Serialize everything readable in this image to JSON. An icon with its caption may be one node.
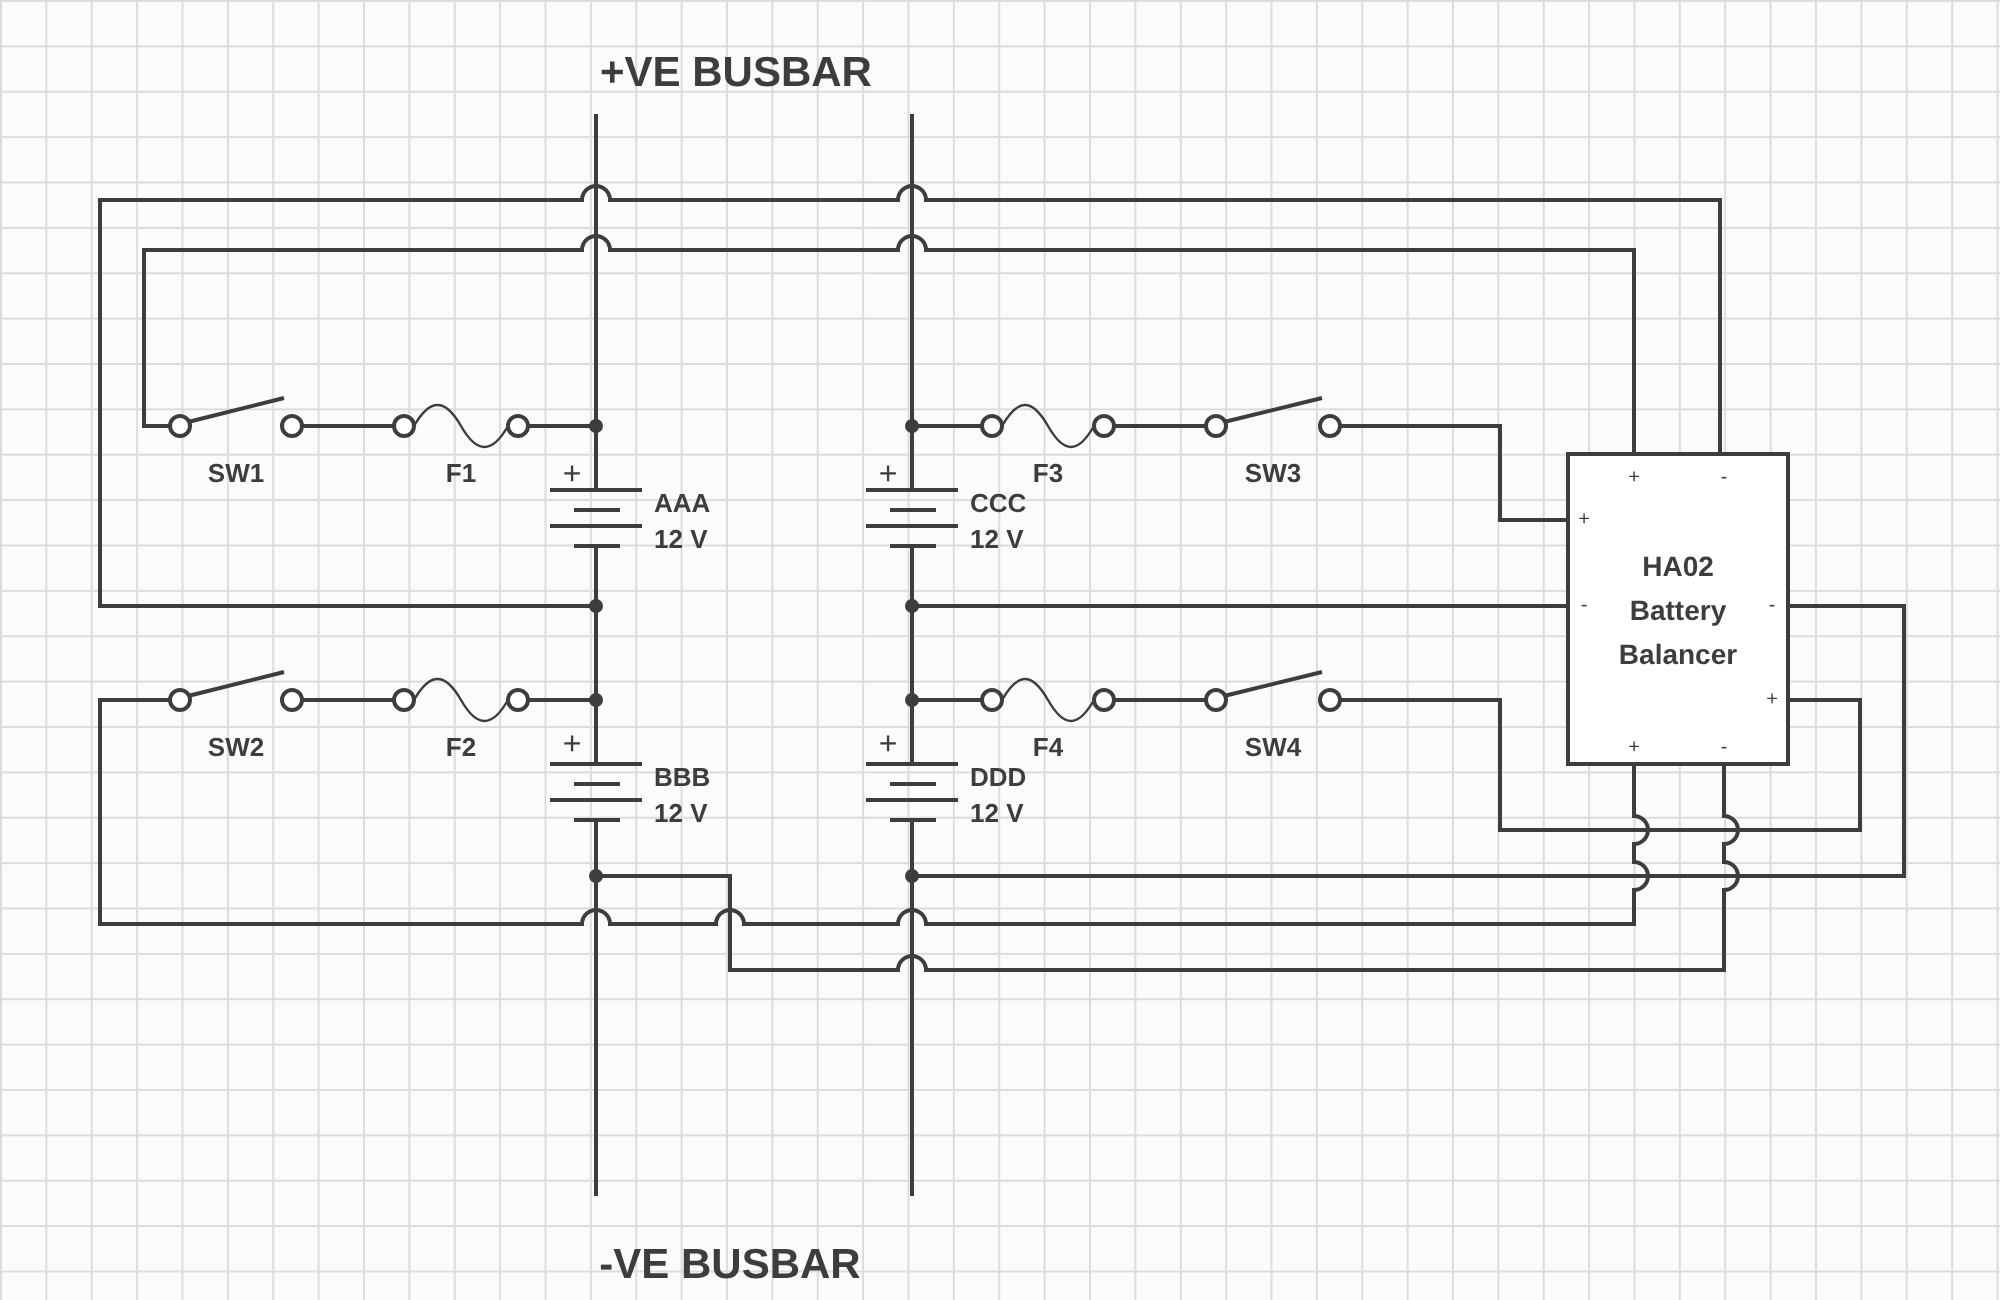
{
  "diagram": {
    "nodes": [
      {
        "text": [
          "SW1"
        ]
      },
      {
        "text": [
          "F1"
        ]
      },
      {
        "text": [
          "AAA",
          "12 V"
        ]
      },
      {
        "text": [
          "SW2"
        ]
      },
      {
        "text": [
          "F2"
        ]
      },
      {
        "text": [
          "BBB",
          "12 V"
        ]
      },
      {
        "text": [
          "F3"
        ]
      },
      {
        "text": [
          "SW3"
        ]
      },
      {
        "text": [
          "CCC",
          "12 V"
        ]
      },
      {
        "text": [
          "F4"
        ]
      },
      {
        "text": [
          "SW4"
        ]
      },
      {
        "text": [
          "DDD",
          "12 V"
        ]
      },
      {
        "text": [
          "HA02 Battery Balancer"
        ]
      }
    ],
    "edges": [
      {
        "from": 0,
        "to": 1,
        "arrow": "none"
      },
      {
        "from": 1,
        "to": 2,
        "arrow": "none"
      },
      {
        "from": 3,
        "to": 4,
        "arrow": "none"
      },
      {
        "from": 4,
        "to": 5,
        "arrow": "none"
      },
      {
        "from": 2,
        "to": 5,
        "arrow": "none"
      },
      {
        "from": 8,
        "to": 6,
        "arrow": "none"
      },
      {
        "from": 6,
        "to": 7,
        "arrow": "none"
      },
      {
        "from": 8,
        "to": 11,
        "arrow": "none"
      },
      {
        "from": 11,
        "to": 9,
        "arrow": "none"
      },
      {
        "from": 9,
        "to": 10,
        "arrow": "none"
      },
      {
        "from": 0,
        "to": 12,
        "arrow": "none"
      },
      {
        "from": 2,
        "to": 12,
        "arrow": "none"
      },
      {
        "from": 8,
        "to": 12,
        "arrow": "none"
      },
      {
        "from": 7,
        "to": 12,
        "arrow": "none"
      },
      {
        "from": 3,
        "to": 12,
        "arrow": "none"
      },
      {
        "from": 5,
        "to": 12,
        "arrow": "none"
      },
      {
        "from": 11,
        "to": 12,
        "arrow": "none"
      },
      {
        "from": 10,
        "to": 12,
        "arrow": "none"
      }
    ],
    "labels": [
      "+VE BUSBAR",
      "+",
      "+",
      "+",
      "-",
      "+",
      "-",
      "-",
      "+",
      "+",
      "+",
      "+",
      "-",
      "-VE BUSBAR"
    ]
  }
}
